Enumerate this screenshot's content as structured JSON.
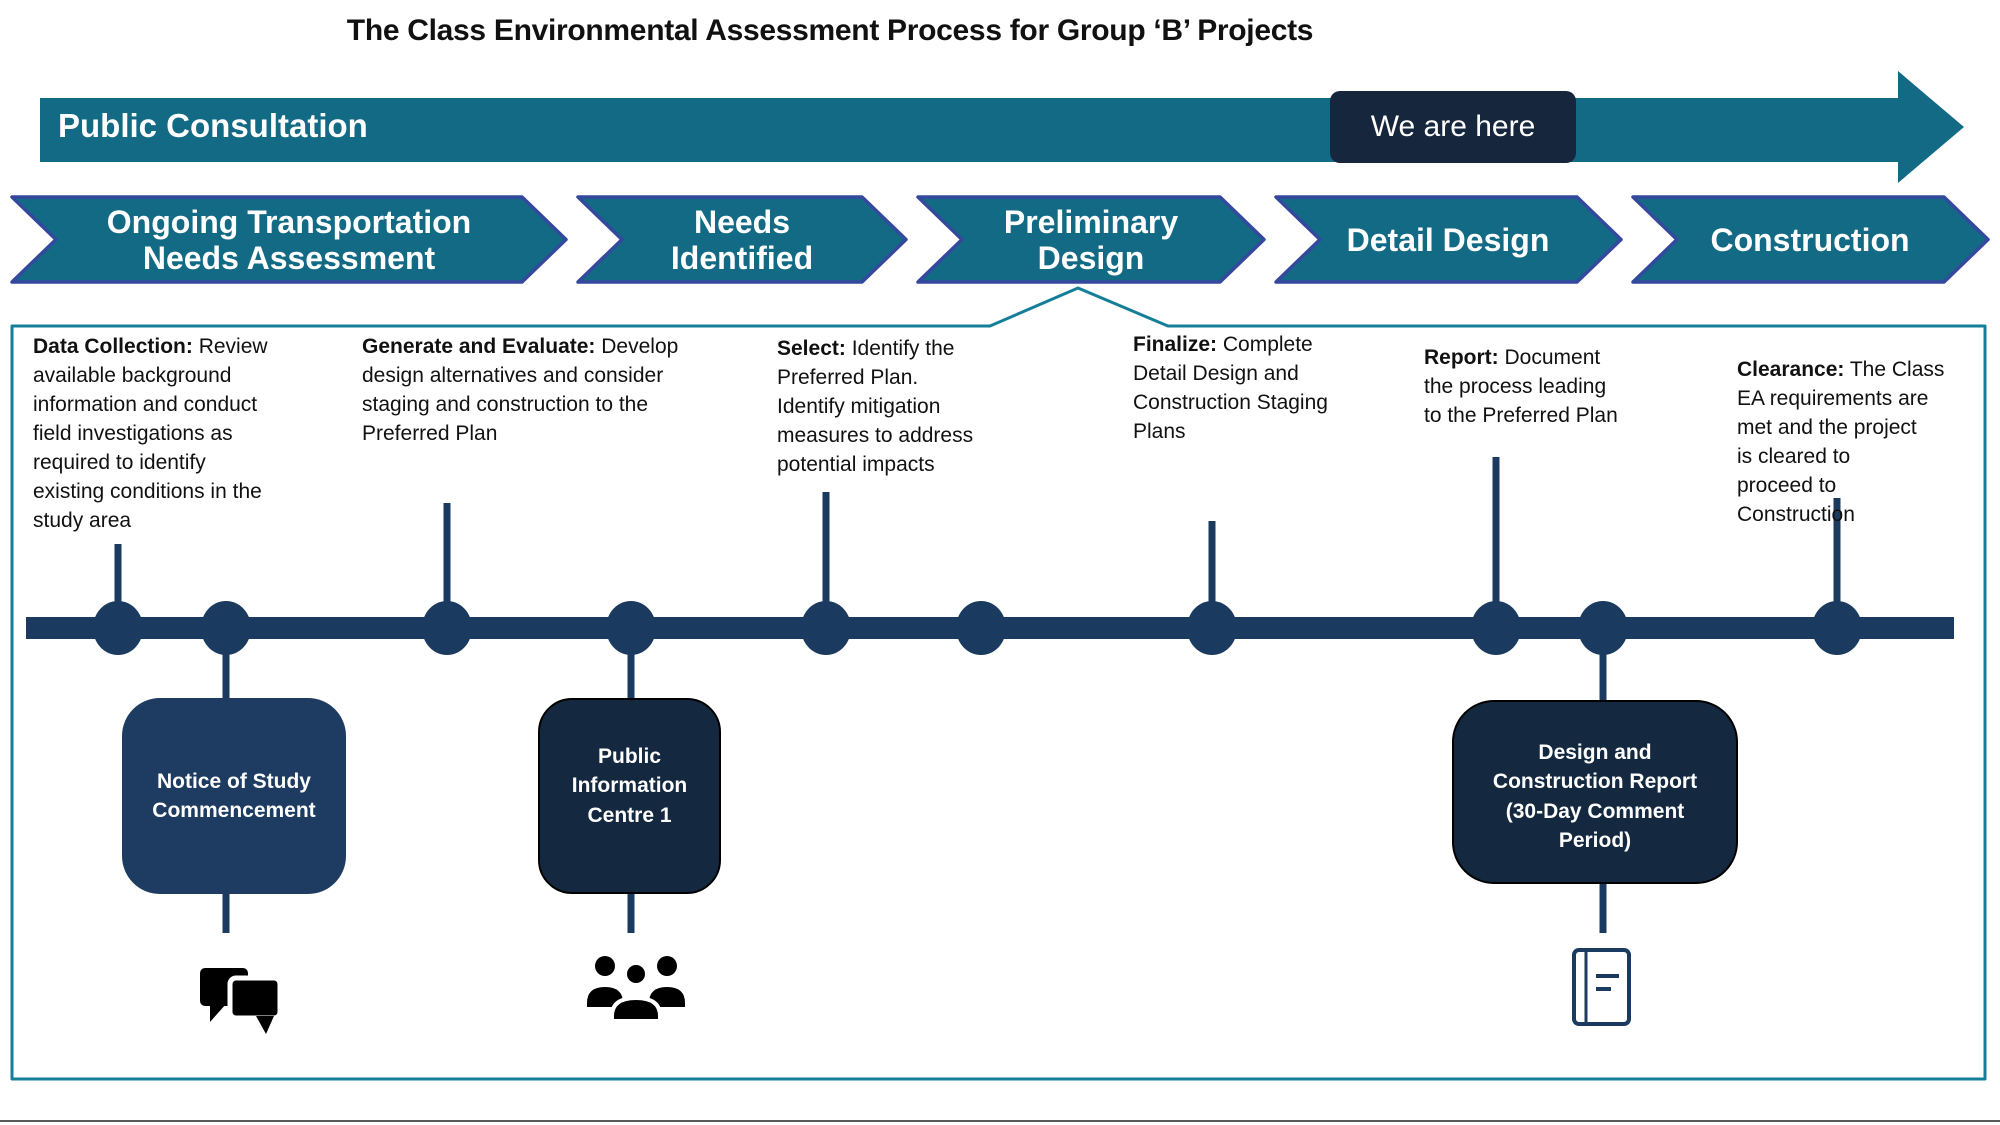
{
  "title": "The Class Environmental Assessment Process for Group ‘B’ Projects",
  "banner": {
    "label": "Public Consultation",
    "here_marker": "We are here"
  },
  "stages": [
    {
      "label": "Ongoing Transportation Needs Assessment"
    },
    {
      "label": "Needs Identified"
    },
    {
      "label": "Preliminary Design"
    },
    {
      "label": "Detail Design"
    },
    {
      "label": "Construction"
    }
  ],
  "steps": [
    {
      "lead": "Data Collection:",
      "body": "Review\navailable background\ninformation and conduct\nfield investigations as\nrequired to identify\nexisting conditions in the\nstudy area"
    },
    {
      "lead": "Generate and Evaluate:",
      "body": "Develop\ndesign alternatives and consider\nstaging and construction to the\nPreferred Plan"
    },
    {
      "lead": "Select:",
      "body": "Identify the\nPreferred Plan.\nIdentify mitigation\nmeasures to address\npotential impacts"
    },
    {
      "lead": "Finalize:",
      "body": "Complete\nDetail Design and\nConstruction Staging\nPlans"
    },
    {
      "lead": "Report:",
      "body": "Document\nthe process leading\nto the Preferred Plan"
    },
    {
      "lead": "Clearance:",
      "body": "The Class\nEA requirements are\nmet and the project\nis cleared to\nproceed to\nConstruction"
    }
  ],
  "milestones": [
    {
      "label": "Notice of Study\nCommencement"
    },
    {
      "label": "Public\nInformation\nCentre 1"
    },
    {
      "label": "Design and\nConstruction Report\n(30-Day Comment\nPeriod)"
    }
  ],
  "icons": [
    {
      "name": "chat-bubbles-icon"
    },
    {
      "name": "people-group-icon"
    },
    {
      "name": "report-book-icon"
    }
  ],
  "colors": {
    "teal": "#136A84",
    "chevron_border": "#34499E",
    "navy": "#1B3A5F",
    "box_medium": "#1E3C61",
    "box_dark": "#142940",
    "marker_bg": "#16263C",
    "border_teal": "#157E99"
  }
}
